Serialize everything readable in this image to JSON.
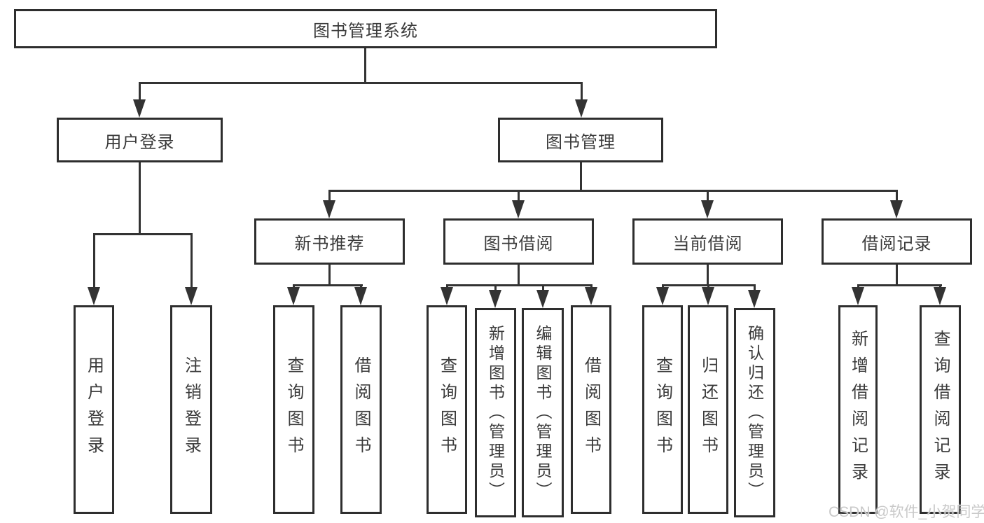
{
  "diagram": {
    "title": "图书管理系统",
    "root": {
      "label": "图书管理系统"
    },
    "level2": [
      {
        "label": "用户登录"
      },
      {
        "label": "图书管理"
      }
    ],
    "level3": [
      {
        "label": "新书推荐"
      },
      {
        "label": "图书借阅"
      },
      {
        "label": "当前借阅"
      },
      {
        "label": "借阅记录"
      }
    ],
    "leaves": {
      "user_login": [
        "用户登录",
        "注销登录"
      ],
      "new_books": [
        "查询图书",
        "借阅图书"
      ],
      "book_borrow": [
        "查询图书",
        "新增图书（管理员）",
        "编辑图书（管理员）",
        "借阅图书"
      ],
      "current_borrow": [
        "查询图书",
        "归还图书",
        "确认归还（管理员）"
      ],
      "borrow_records": [
        "新增借阅记录",
        "查询借阅记录"
      ]
    }
  },
  "watermark": "CSDN @软件_小贺同学",
  "colors": {
    "background": "#ffffff",
    "line": "#333333",
    "box_border": "#2e2e2e",
    "text": "#3a3a3a",
    "watermark": "#c9c9c9"
  }
}
